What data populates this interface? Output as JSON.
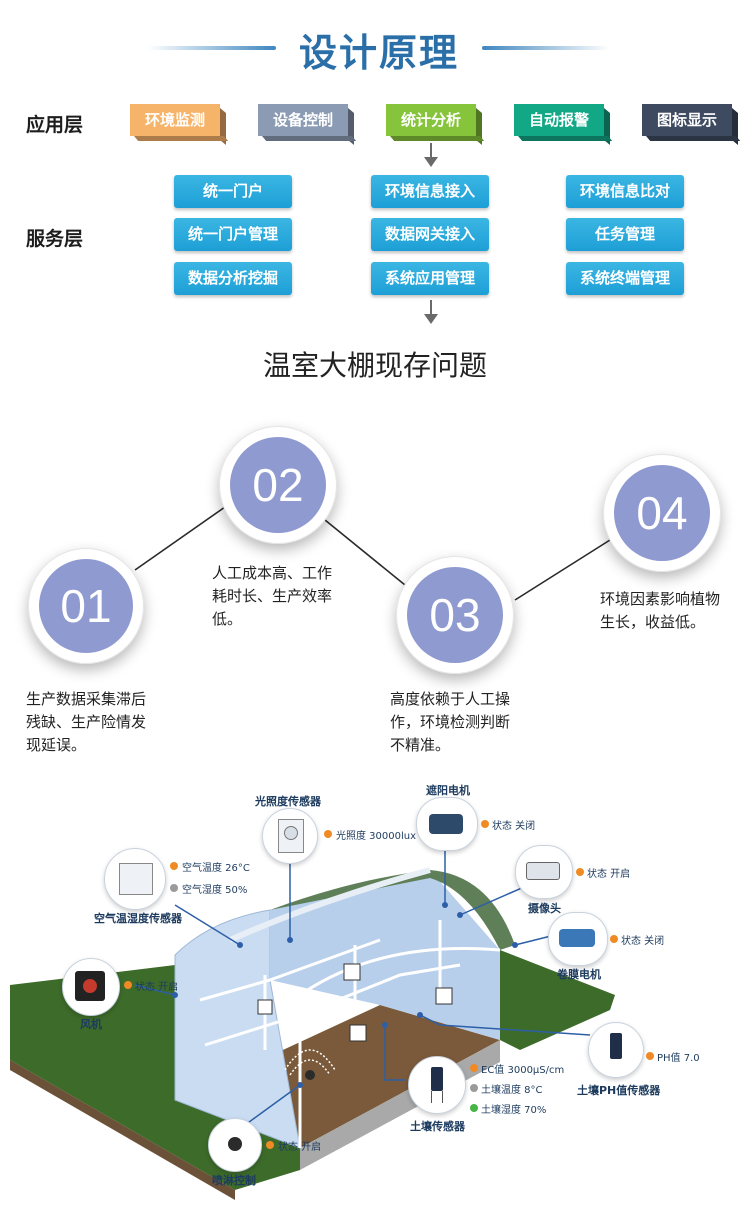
{
  "header": {
    "title": "设计原理"
  },
  "layers": {
    "app_label": "应用层",
    "service_label": "服务层",
    "app_tiles": [
      {
        "label": "环境监测",
        "color": "#f6b36a"
      },
      {
        "label": "设备控制",
        "color": "#8a9bb3"
      },
      {
        "label": "统计分析",
        "color": "#86c43b"
      },
      {
        "label": "自动报警",
        "color": "#12a785"
      },
      {
        "label": "图标显示",
        "color": "#3e4a60"
      }
    ],
    "services": [
      "统一门户",
      "环境信息接入",
      "环境信息比对",
      "统一门户管理",
      "数据网关接入",
      "任务管理",
      "数据分析挖掘",
      "系统应用管理",
      "系统终端管理"
    ]
  },
  "problems": {
    "title": "温室大棚现存问题",
    "items": [
      {
        "num": "01",
        "text": [
          "生产数据采集滞后",
          "残缺、生产险情发",
          "现延误。"
        ]
      },
      {
        "num": "02",
        "text": [
          "人工成本高、工作",
          "耗时长、生产效率",
          "低。"
        ]
      },
      {
        "num": "03",
        "text": [
          "高度依赖于人工操",
          "作，环境检测判断",
          "不精准。"
        ]
      },
      {
        "num": "04",
        "text": [
          "环境因素影响植物",
          "生长，收益低。"
        ]
      }
    ]
  },
  "greenhouse": {
    "colors": {
      "orange": "#f08a24",
      "gray": "#9a9a9a",
      "green": "#46b546",
      "blue": "#2d5fa8"
    },
    "light_sensor": {
      "label": "光照度传感器",
      "reading": "光照度 30000lux"
    },
    "shade_motor": {
      "label": "遮阳电机",
      "status": "状态 关闭"
    },
    "air_sensor": {
      "label": "空气温湿度传感器",
      "temp": "空气温度 26°C",
      "humidity": "空气湿度 50%"
    },
    "camera": {
      "label": "摄像头",
      "status": "状态 开启"
    },
    "film_motor": {
      "label": "卷膜电机",
      "status": "状态 关闭"
    },
    "fan": {
      "label": "风机",
      "status": "状态 开启"
    },
    "ph_sensor": {
      "label": "土壤PH值传感器",
      "reading": "PH值 7.0"
    },
    "soil_sensor": {
      "label": "土壤传感器",
      "ec": "EC值 3000μS/cm",
      "temp": "土壤温度 8°C",
      "humidity": "土壤湿度 70%"
    },
    "sprinkler": {
      "label": "喷淋控制",
      "status": "状态 开启"
    }
  }
}
